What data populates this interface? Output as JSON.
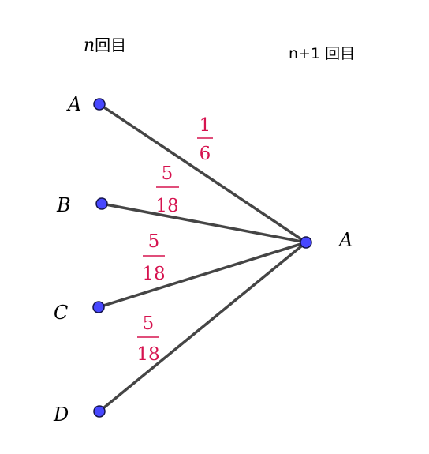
{
  "header": {
    "left_var": "n",
    "left_suffix": "回目",
    "right_label": "n+1 回目"
  },
  "nodes": {
    "left": [
      {
        "label": "A"
      },
      {
        "label": "B"
      },
      {
        "label": "C"
      },
      {
        "label": "D"
      }
    ],
    "right": {
      "label": "A"
    }
  },
  "edges": [
    {
      "from": "A",
      "to": "A",
      "numerator": "1",
      "denominator": "6"
    },
    {
      "from": "B",
      "to": "A",
      "numerator": "5",
      "denominator": "18"
    },
    {
      "from": "C",
      "to": "A",
      "numerator": "5",
      "denominator": "18"
    },
    {
      "from": "D",
      "to": "A",
      "numerator": "5",
      "denominator": "18"
    }
  ],
  "colors": {
    "node_fill": "#4747ff",
    "edge": "#454545",
    "fraction": "#d6134f"
  }
}
